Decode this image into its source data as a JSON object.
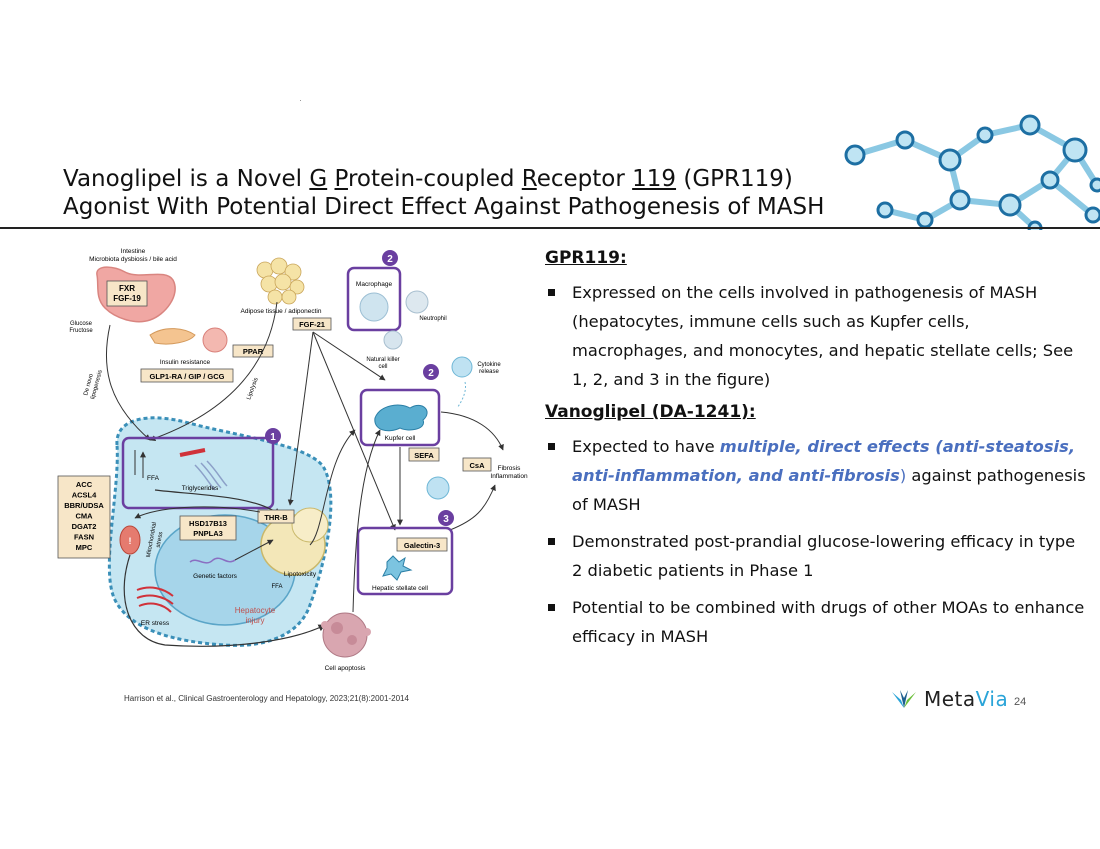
{
  "title": {
    "line1_a": "Vanoglipel is a Novel ",
    "line1_g": "G",
    "line1_b": " ",
    "line1_p": "P",
    "line1_c": "rotein-coupled ",
    "line1_r": "R",
    "line1_d": "eceptor ",
    "line1_119": "119",
    "line1_e": " (GPR119)",
    "line2": "Agonist With Potential Direct Effect Against Pathogenesis of MASH"
  },
  "figure": {
    "intestine": "Intestine",
    "microbiota": "Microbiota dysbiosis / bile acid",
    "fxr": "FXR",
    "fgf19": "FGF-19",
    "glucose": "Glucose",
    "fructose": "Fructose",
    "denovo1": "De novo",
    "denovo2": "lipogenesis",
    "insulin": "Insulin resistance",
    "glp1": "GLP1-RA / GIP / GCG",
    "adipose": "Adipose tissue / adiponectin",
    "ppar": "PPAR",
    "fgf21": "FGF-21",
    "lipolysis": "Lipolysis",
    "macrophage": "Macrophage",
    "neutrophil": "Neutrophil",
    "nk1": "Natural killer",
    "nk2": "cell",
    "cytokine1": "Cytokine",
    "cytokine2": "release",
    "kupfer": "Kupfer cell",
    "sefa": "SEFA",
    "csa": "CsA",
    "fibrosis1": "Fibrosis",
    "fibrosis2": "Inflammation",
    "ffa": "FFA",
    "triglycerides": "Triglycerides",
    "acc_list": [
      "ACC",
      "ACSL4",
      "BBR/UDSA",
      "CMA",
      "DGAT2",
      "FASN",
      "MPC"
    ],
    "hsd1": "HSD17B13",
    "hsd2": "PNPLA3",
    "thrb": "THR-B",
    "mito1": "Mitochondrial",
    "mito2": "stress",
    "genetic": "Genetic  factors",
    "lipotox": "Lipotoxicity",
    "ffa2": "FFA",
    "hep1": "Hepatocyte",
    "hep2": "injury",
    "er": "ER stress",
    "galectin": "Galectin-3",
    "stellate": "Hepatic stellate cell",
    "apoptosis": "Cell apoptosis",
    "badge1": "1",
    "badge2": "2",
    "badge3": "3"
  },
  "citation": "Harrison et al., Clinical Gastroenterology and Hepatology, 2023;21(8):2001-2014",
  "right": {
    "h1": "GPR119:",
    "b1": "Expressed on the cells involved in pathogenesis of MASH (hepatocytes, immune cells such as Kupfer cells, macrophages, and monocytes, and hepatic stellate cells; See 1, 2, and 3 in the figure)",
    "h2": "Vanoglipel (DA-1241):",
    "b2_pre": "Expected to have ",
    "b2_hl": "multiple, direct effects (anti-steatosis, anti-inflammation, and anti-fibrosis",
    "b2_paren": ")",
    "b2_post": " against pathogenesis of MASH",
    "b3": "Demonstrated post-prandial glucose-lowering efficacy in type 2 diabetic patients in Phase 1",
    "b4": "Potential to be combined with drugs of other MOAs to enhance efficacy in MASH"
  },
  "logo": {
    "meta": "Meta",
    "via": "Via"
  },
  "page_number": "24",
  "colors": {
    "accent_purple": "#6a3fa0",
    "highlight_blue": "#4a6fbf",
    "logo_blue": "#2aa4d8"
  }
}
